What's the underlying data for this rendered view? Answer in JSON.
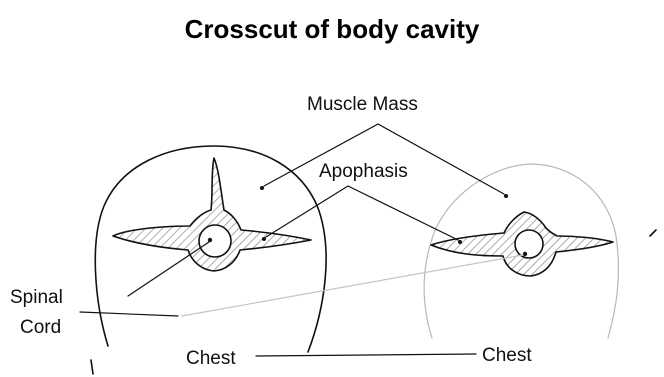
{
  "title": "Crosscut of body cavity",
  "labels": {
    "muscle_mass": "Muscle Mass",
    "apophasis": "Apophasis",
    "spinal_cord_line1": "Spinal",
    "spinal_cord_line2": "Cord",
    "chest_left": "Chest",
    "chest_right": "Chest"
  },
  "colors": {
    "ink": "#111111",
    "hatch": "#8a8a8a",
    "faint_outline": "#bdbdbd"
  }
}
